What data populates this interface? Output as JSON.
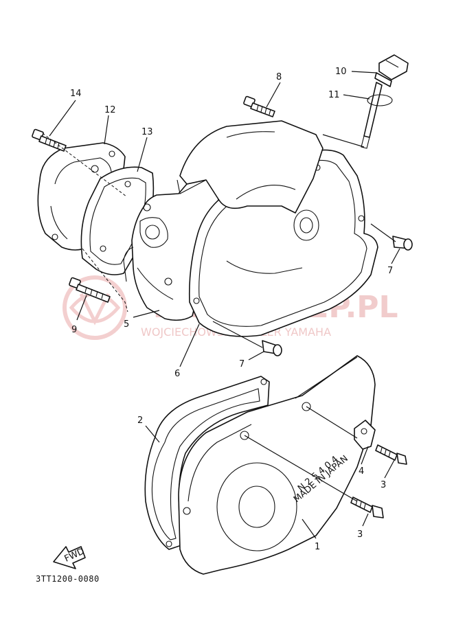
{
  "diagram_code": "3TT1200-0080",
  "fwd_label": "FWD",
  "watermark": {
    "main": "YAMASKLEP.PL",
    "sub": "WOJCIECHOWSKI DEALER YAMAHA"
  },
  "callouts": {
    "c1": "1",
    "c2": "2",
    "c3a": "3",
    "c3b": "3",
    "c4": "4",
    "c5": "5",
    "c6": "6",
    "c7a": "7",
    "c7b": "7",
    "c8": "8",
    "c9": "9",
    "c10": "10",
    "c11": "11",
    "c12": "12",
    "c13": "13",
    "c14": "14"
  },
  "cover_stamp": {
    "line1": "N 2 5 4 0 4",
    "line2": "MADE IN JAPAN"
  }
}
